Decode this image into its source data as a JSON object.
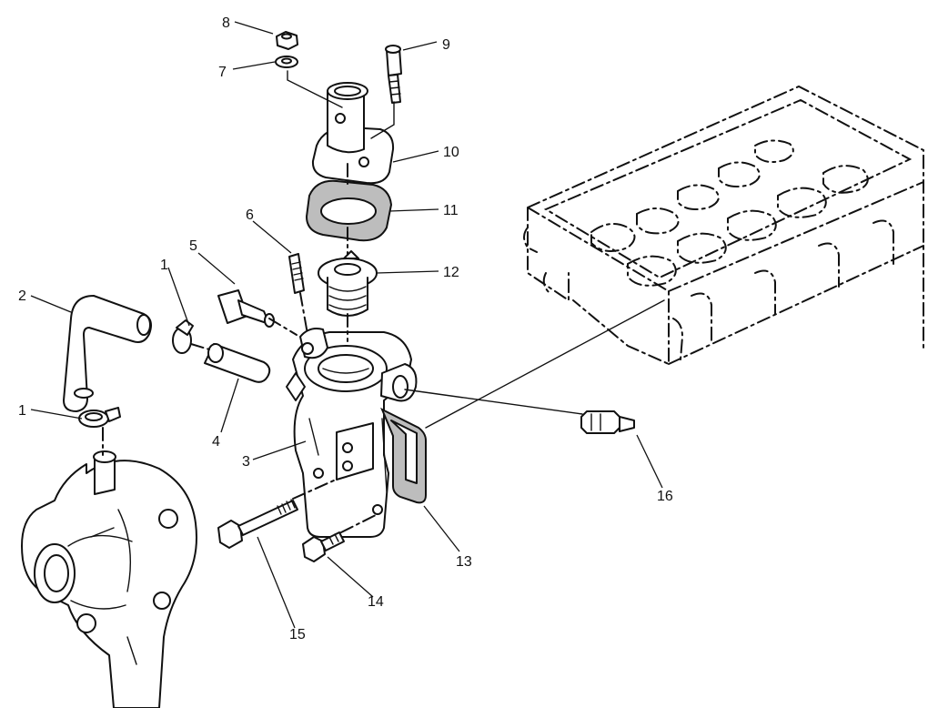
{
  "callouts": [
    {
      "id": "c1a",
      "text": "1"
    },
    {
      "id": "c1b",
      "text": "1"
    },
    {
      "id": "c2",
      "text": "2"
    },
    {
      "id": "c3",
      "text": "3"
    },
    {
      "id": "c4",
      "text": "4"
    },
    {
      "id": "c5",
      "text": "5"
    },
    {
      "id": "c6",
      "text": "6"
    },
    {
      "id": "c7",
      "text": "7"
    },
    {
      "id": "c8",
      "text": "8"
    },
    {
      "id": "c9",
      "text": "9"
    },
    {
      "id": "c10",
      "text": "10"
    },
    {
      "id": "c11",
      "text": "11"
    },
    {
      "id": "c12",
      "text": "12"
    },
    {
      "id": "c13",
      "text": "13"
    },
    {
      "id": "c14",
      "text": "14"
    },
    {
      "id": "c15",
      "text": "15"
    },
    {
      "id": "c16",
      "text": "16"
    }
  ]
}
